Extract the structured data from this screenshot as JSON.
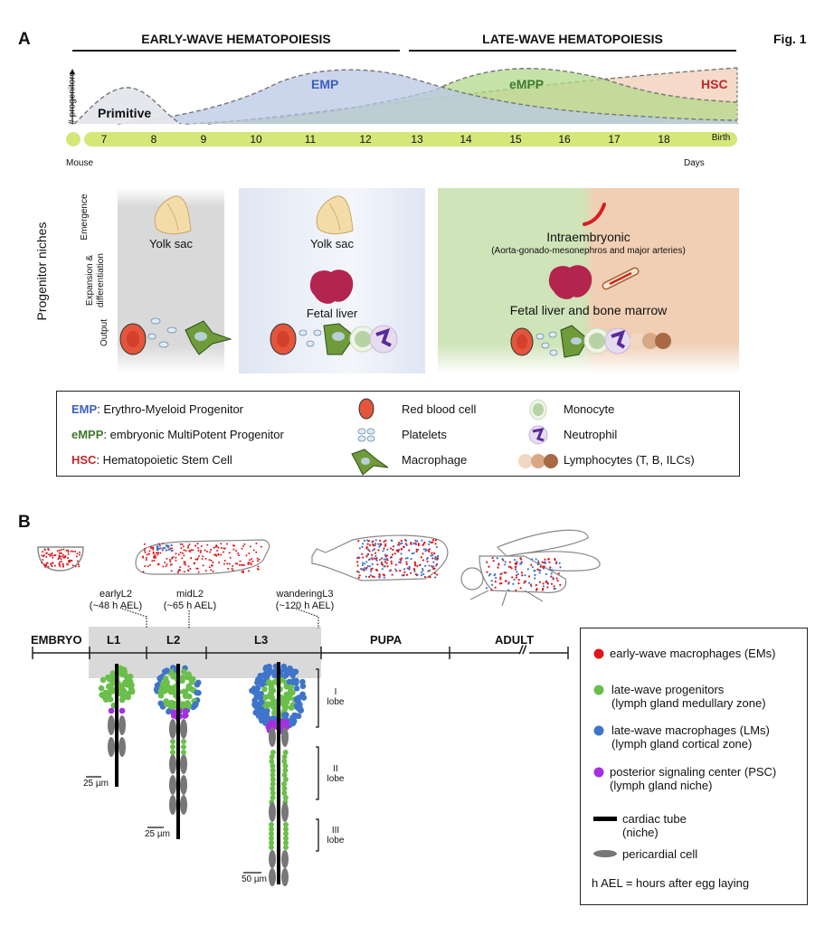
{
  "figure_label": "Fig. 1",
  "panel_a": {
    "label": "A",
    "early_title": "EARLY-WAVE HEMATOPOIESIS",
    "late_title": "LATE-WAVE HEMATOPOIESIS",
    "y_axis_label": "# progenitors",
    "curves": [
      {
        "name": "Primitive",
        "color": "#222222",
        "fill": "#e4e6ec"
      },
      {
        "name": "EMP",
        "color": "#3a5fc4",
        "fill": "#b9c8e6"
      },
      {
        "name": "eMPP",
        "color": "#3e7a2c",
        "fill": "#b3d98a"
      },
      {
        "name": "HSC",
        "color": "#c0272d",
        "fill": "#f3d3c0"
      }
    ],
    "timeline": {
      "days": [
        "7",
        "8",
        "9",
        "10",
        "11",
        "12",
        "13",
        "14",
        "15",
        "16",
        "17",
        "18",
        "Birth"
      ],
      "species": "Mouse",
      "unit": "Days",
      "color": "#d6e77a"
    },
    "niches": {
      "title": "Progenitor niches",
      "rows": [
        "Emergence",
        "Expansion & differentiation",
        "Output"
      ],
      "row_expansion_line1": "Expansion &",
      "row_expansion_line2": "differentiation",
      "columns": [
        {
          "emergence": "Yolk sac",
          "expansion": ""
        },
        {
          "emergence": "Yolk sac",
          "expansion": "Fetal liver"
        },
        {
          "emergence": "Intraembryonic",
          "emergence_sub": "(Aorta-gonado-mesonephros and major arteries)",
          "expansion": "Fetal liver and bone marrow"
        }
      ]
    },
    "legend": {
      "progenitors": [
        {
          "abbr": "EMP",
          "text": ": Erythro-Myeloid Progenitor",
          "color": "#3a5fc4"
        },
        {
          "abbr": "eMPP",
          "text": ": embryonic MultiPotent Progenitor",
          "color": "#3e7a2c"
        },
        {
          "abbr": "HSC",
          "text": ": Hematopoietic Stem Cell",
          "color": "#c0272d"
        }
      ],
      "cells": [
        {
          "icon": "red-blood-cell-icon",
          "label": "Red blood cell"
        },
        {
          "icon": "platelets-icon",
          "label": "Platelets"
        },
        {
          "icon": "macrophage-icon",
          "label": "Macrophage"
        },
        {
          "icon": "monocyte-icon",
          "label": "Monocyte"
        },
        {
          "icon": "neutrophil-icon",
          "label": "Neutrophil"
        },
        {
          "icon": "lymphocytes-icon",
          "label": "Lymphocytes (T, B, ILCs)"
        }
      ]
    }
  },
  "panel_b": {
    "label": "B",
    "stages": [
      "EMBRYO",
      "L1",
      "L2",
      "L3",
      "PUPA",
      "ADULT"
    ],
    "break_mark": "//",
    "annotations": [
      {
        "line1": "earlyL2",
        "line2": "(~48 h AEL)"
      },
      {
        "line1": "midL2",
        "line2": "(~65 h AEL)"
      },
      {
        "line1": "wanderingL3",
        "line2": "(~120 h AEL)"
      }
    ],
    "scale_bars": [
      "25 µm",
      "25 µm",
      "50 µm"
    ],
    "lobes": [
      {
        "num": "I",
        "word": "lobe"
      },
      {
        "num": "II",
        "word": "lobe"
      },
      {
        "num": "III",
        "word": "lobe"
      }
    ],
    "legend": {
      "items": [
        {
          "icon": "red-dot",
          "color": "#e0151b",
          "line1": "early-wave macrophages (EMs)",
          "line2": ""
        },
        {
          "icon": "green-dot",
          "color": "#6abf4b",
          "line1": "late-wave progenitors",
          "line2": "(lymph gland medullary zone)"
        },
        {
          "icon": "blue-dot",
          "color": "#3f74c9",
          "line1": "late-wave macrophages (LMs)",
          "line2": "(lymph gland cortical zone)"
        },
        {
          "icon": "purple-dot",
          "color": "#a42fe0",
          "line1": "posterior signaling center (PSC)",
          "line2": "(lymph gland niche)"
        },
        {
          "icon": "black-bar",
          "color": "#000000",
          "line1": "cardiac tube",
          "line2": "(niche)"
        },
        {
          "icon": "gray-ellipse",
          "color": "#777777",
          "line1": "pericardial cell",
          "line2": ""
        }
      ],
      "footnote": "h AEL = hours after egg laying"
    }
  }
}
